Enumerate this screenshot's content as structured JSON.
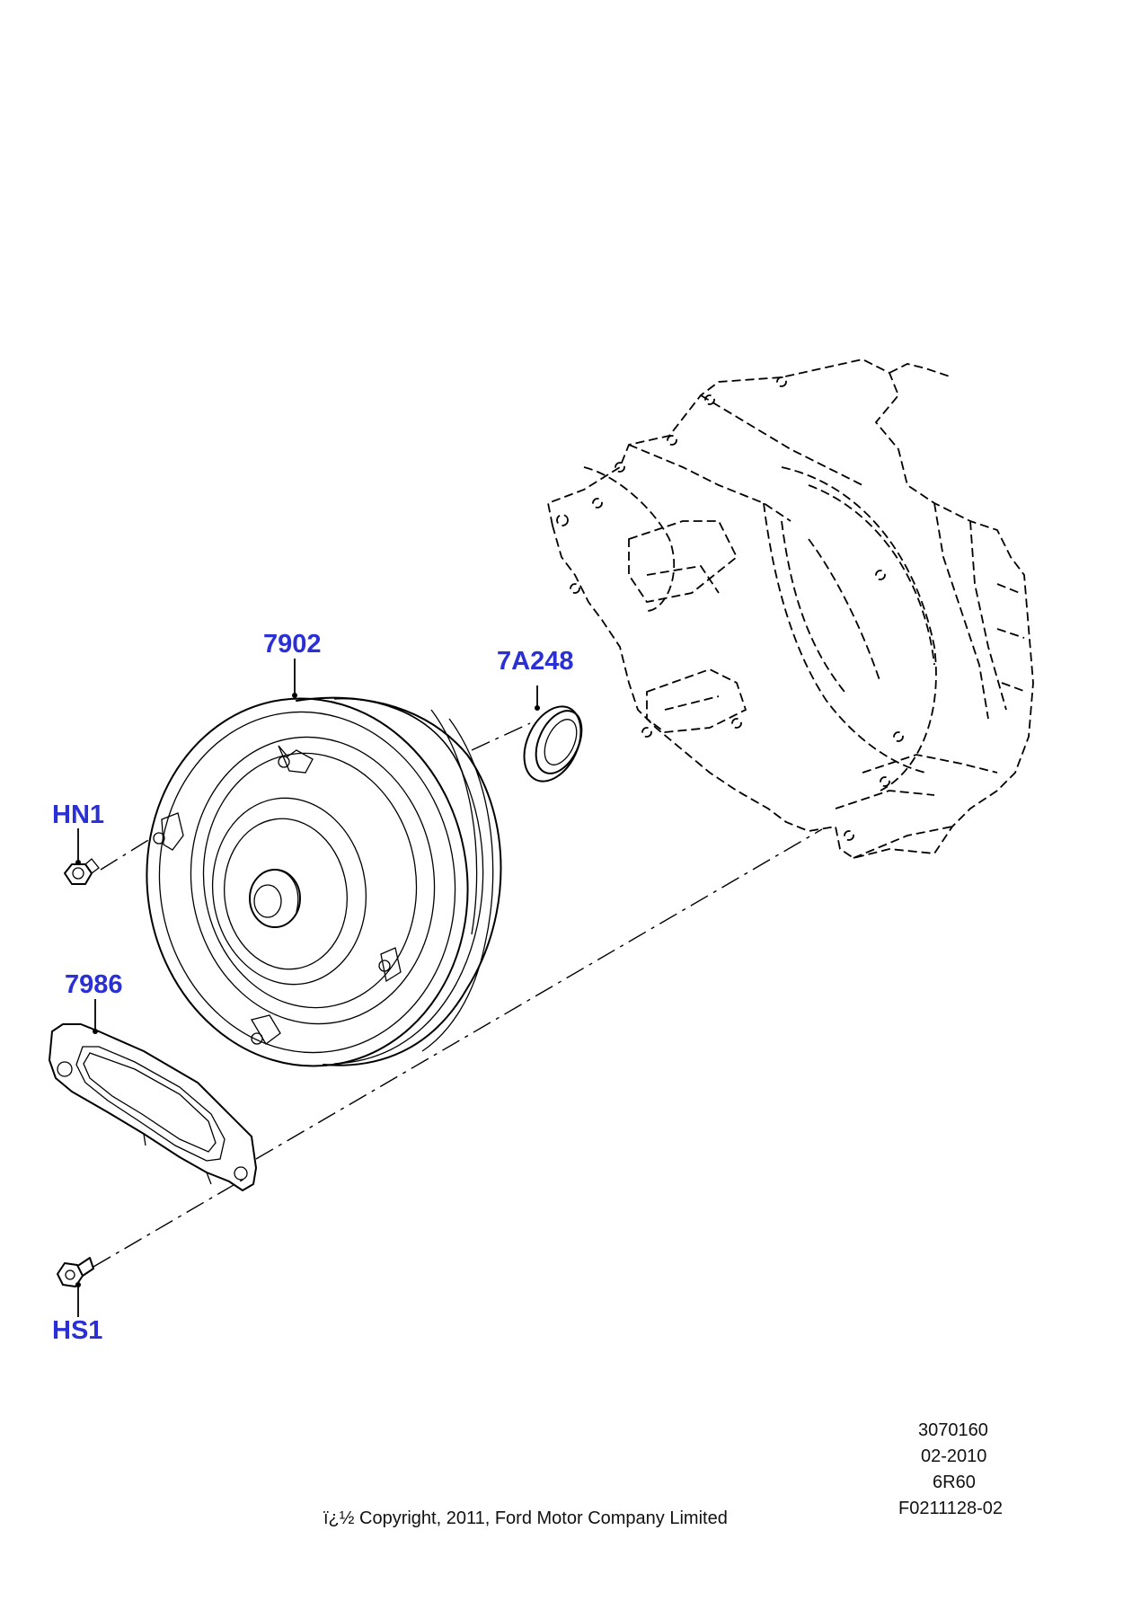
{
  "callouts": {
    "torque_converter": "7902",
    "seal": "7A248",
    "nut": "HN1",
    "plate": "7986",
    "bolt": "HS1"
  },
  "meta": {
    "line1": "3070160",
    "line2": "02-2010",
    "line3": "6R60",
    "line4": "F0211128-02",
    "copyright": "ï¿½ Copyright, 2011, Ford Motor Company Limited"
  },
  "colors": {
    "callout": "#2a2fd6",
    "line": "#000000"
  }
}
